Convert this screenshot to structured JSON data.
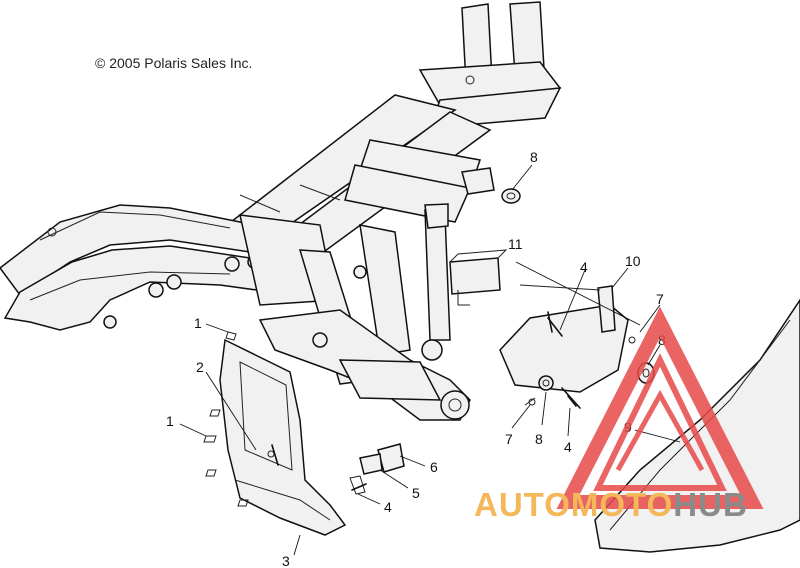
{
  "copyright": "© 2005 Polaris Sales Inc.",
  "watermark": {
    "part1": "AUTOMOTO",
    "part2": "HUB",
    "accent": "#e84a4a",
    "orange": "#f4b75a",
    "gray": "#8a8a8a"
  },
  "callouts": [
    {
      "id": "c8a",
      "label": "8"
    },
    {
      "id": "c11",
      "label": "11"
    },
    {
      "id": "c10",
      "label": "10"
    },
    {
      "id": "c4a",
      "label": "4"
    },
    {
      "id": "c7a",
      "label": "7"
    },
    {
      "id": "c8b",
      "label": "8"
    },
    {
      "id": "c1a",
      "label": "1"
    },
    {
      "id": "c2",
      "label": "2"
    },
    {
      "id": "c1b",
      "label": "1"
    },
    {
      "id": "c7b",
      "label": "7"
    },
    {
      "id": "c8c",
      "label": "8"
    },
    {
      "id": "c4b",
      "label": "4"
    },
    {
      "id": "c9",
      "label": "9"
    },
    {
      "id": "c6",
      "label": "6"
    },
    {
      "id": "c5",
      "label": "5"
    },
    {
      "id": "c4c",
      "label": "4"
    },
    {
      "id": "c3",
      "label": "3"
    }
  ]
}
